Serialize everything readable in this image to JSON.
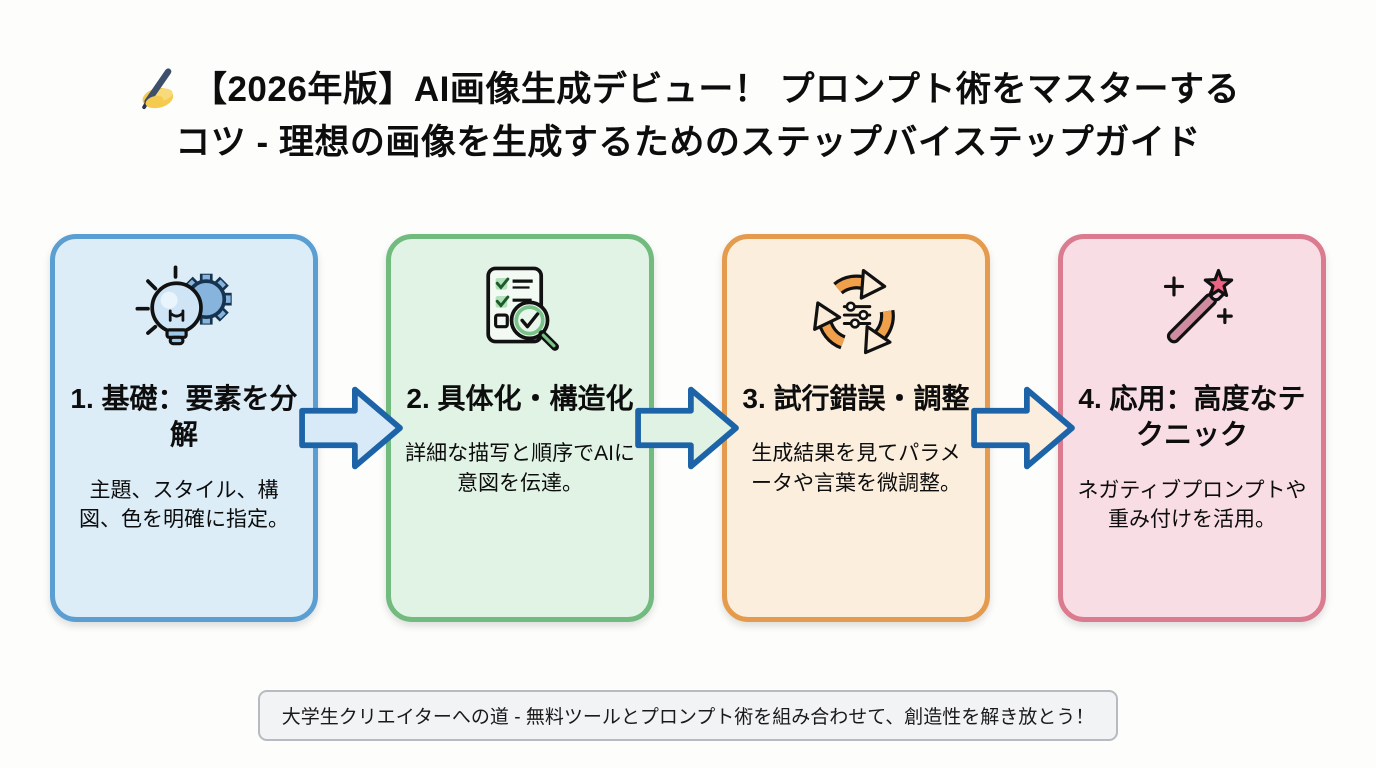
{
  "title": {
    "icon": "writing-hand-emoji",
    "line1": "【2026年版】AI画像生成デビュー！ プロンプト術をマスターする",
    "line2": "コツ - 理想の画像を生成するためのステップバイステップガイド"
  },
  "steps": [
    {
      "icon": "lightbulb-gear-icon",
      "title": "1. 基礎：要素を分解",
      "description": "主題、スタイル、構図、色を明確に指定。",
      "border_color": "#5b9fd2",
      "background_color": "#dcedf8"
    },
    {
      "icon": "checklist-magnifier-icon",
      "title": "2. 具体化・構造化",
      "description": "詳細な描写と順序でAIに意図を伝達。",
      "border_color": "#72bb7e",
      "background_color": "#e1f3e5"
    },
    {
      "icon": "recycle-sliders-icon",
      "title": "3. 試行錯誤・調整",
      "description": "生成結果を見てパラメータや言葉を微調整。",
      "border_color": "#e59b4d",
      "background_color": "#fbeedd"
    },
    {
      "icon": "magic-wand-icon",
      "title": "4. 応用：高度なテクニック",
      "description": "ネガティブプロンプトや重み付けを活用。",
      "border_color": "#db7b90",
      "background_color": "#f9dde4"
    }
  ],
  "arrow": {
    "stroke_color": "#1c64a7",
    "fill_colors": [
      "#d8eaf8",
      "#e0f2e4",
      "#fbeede"
    ]
  },
  "footer": {
    "text": "大学生クリエイターへの道 - 無料ツールとプロンプト術を組み合わせて、創造性を解き放とう！"
  }
}
